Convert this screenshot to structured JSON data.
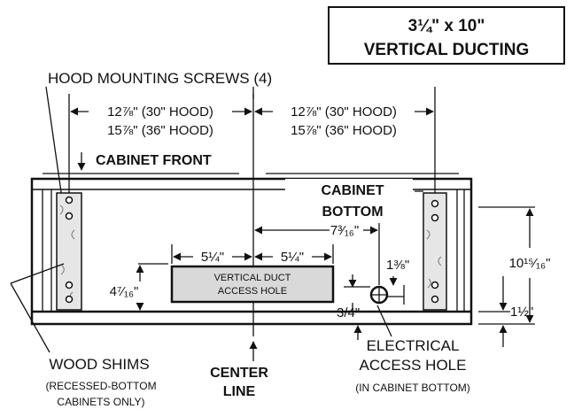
{
  "title": {
    "line1": "3¼\" x 10\"",
    "line2": "VERTICAL DUCTING"
  },
  "labels": {
    "hood_screws": "HOOD MOUNTING SCREWS (4)",
    "cabinet_front": "CABINET FRONT",
    "cabinet_bottom_1": "CABINET",
    "cabinet_bottom_2": "BOTTOM",
    "duct_hole_1": "VERTICAL DUCT",
    "duct_hole_2": "ACCESS HOLE",
    "wood_shims": "WOOD SHIMS",
    "shims_note_1": "(RECESSED-BOTTOM",
    "shims_note_2": "CABINETS ONLY)",
    "center_line_1": "CENTER",
    "center_line_2": "LINE",
    "elec_1": "ELECTRICAL",
    "elec_2": "ACCESS HOLE",
    "elec_3": "(IN CABINET BOTTOM)"
  },
  "dimensions": {
    "left_30": "12⅞\" (30\" HOOD)",
    "left_36": "15⅞\" (36\" HOOD)",
    "right_30": "12⅞\" (30\" HOOD)",
    "right_36": "15⅞\" (36\" HOOD)",
    "center_to_elec": "7³⁄₁₆\"",
    "half_width_left": "5¼\"",
    "half_width_right": "5¼\"",
    "duct_depth": "4⁷⁄₁₆\"",
    "elec_dia": "1⅜\"",
    "elec_offset": "3/4\"",
    "right_height": "10¹⁵⁄₁₆\"",
    "right_small": "1½\""
  }
}
